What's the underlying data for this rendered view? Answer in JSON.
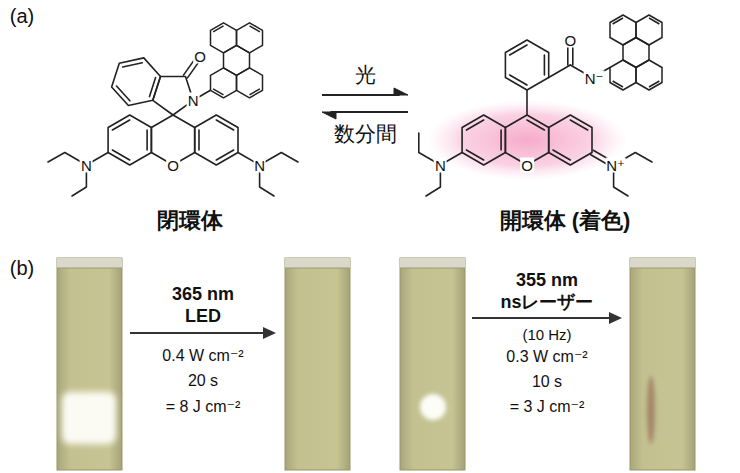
{
  "diagram": {
    "nodes": [
      {
        "text": [
          "閉環体"
        ]
      },
      {
        "text": [
          "開環体 (着色)"
        ]
      }
    ],
    "edges": [
      {
        "from": 0,
        "to": 1,
        "arrow": "to",
        "label": "光"
      },
      {
        "from": 1,
        "to": 0,
        "arrow": "to",
        "label": "数分間"
      }
    ],
    "labels": [
      "(a)",
      "O",
      "N",
      "O",
      "N",
      "N",
      "O",
      "N⁻",
      "O",
      "N",
      "N⁺",
      "(b)",
      "365 nm",
      "LED",
      "0.4 W cm⁻²",
      "20 s",
      "= 8 J cm⁻²",
      "355 nm",
      "nsレーザー",
      "(10 Hz)",
      "0.3 W cm⁻²",
      "10 s",
      "= 3 J cm⁻²"
    ]
  }
}
